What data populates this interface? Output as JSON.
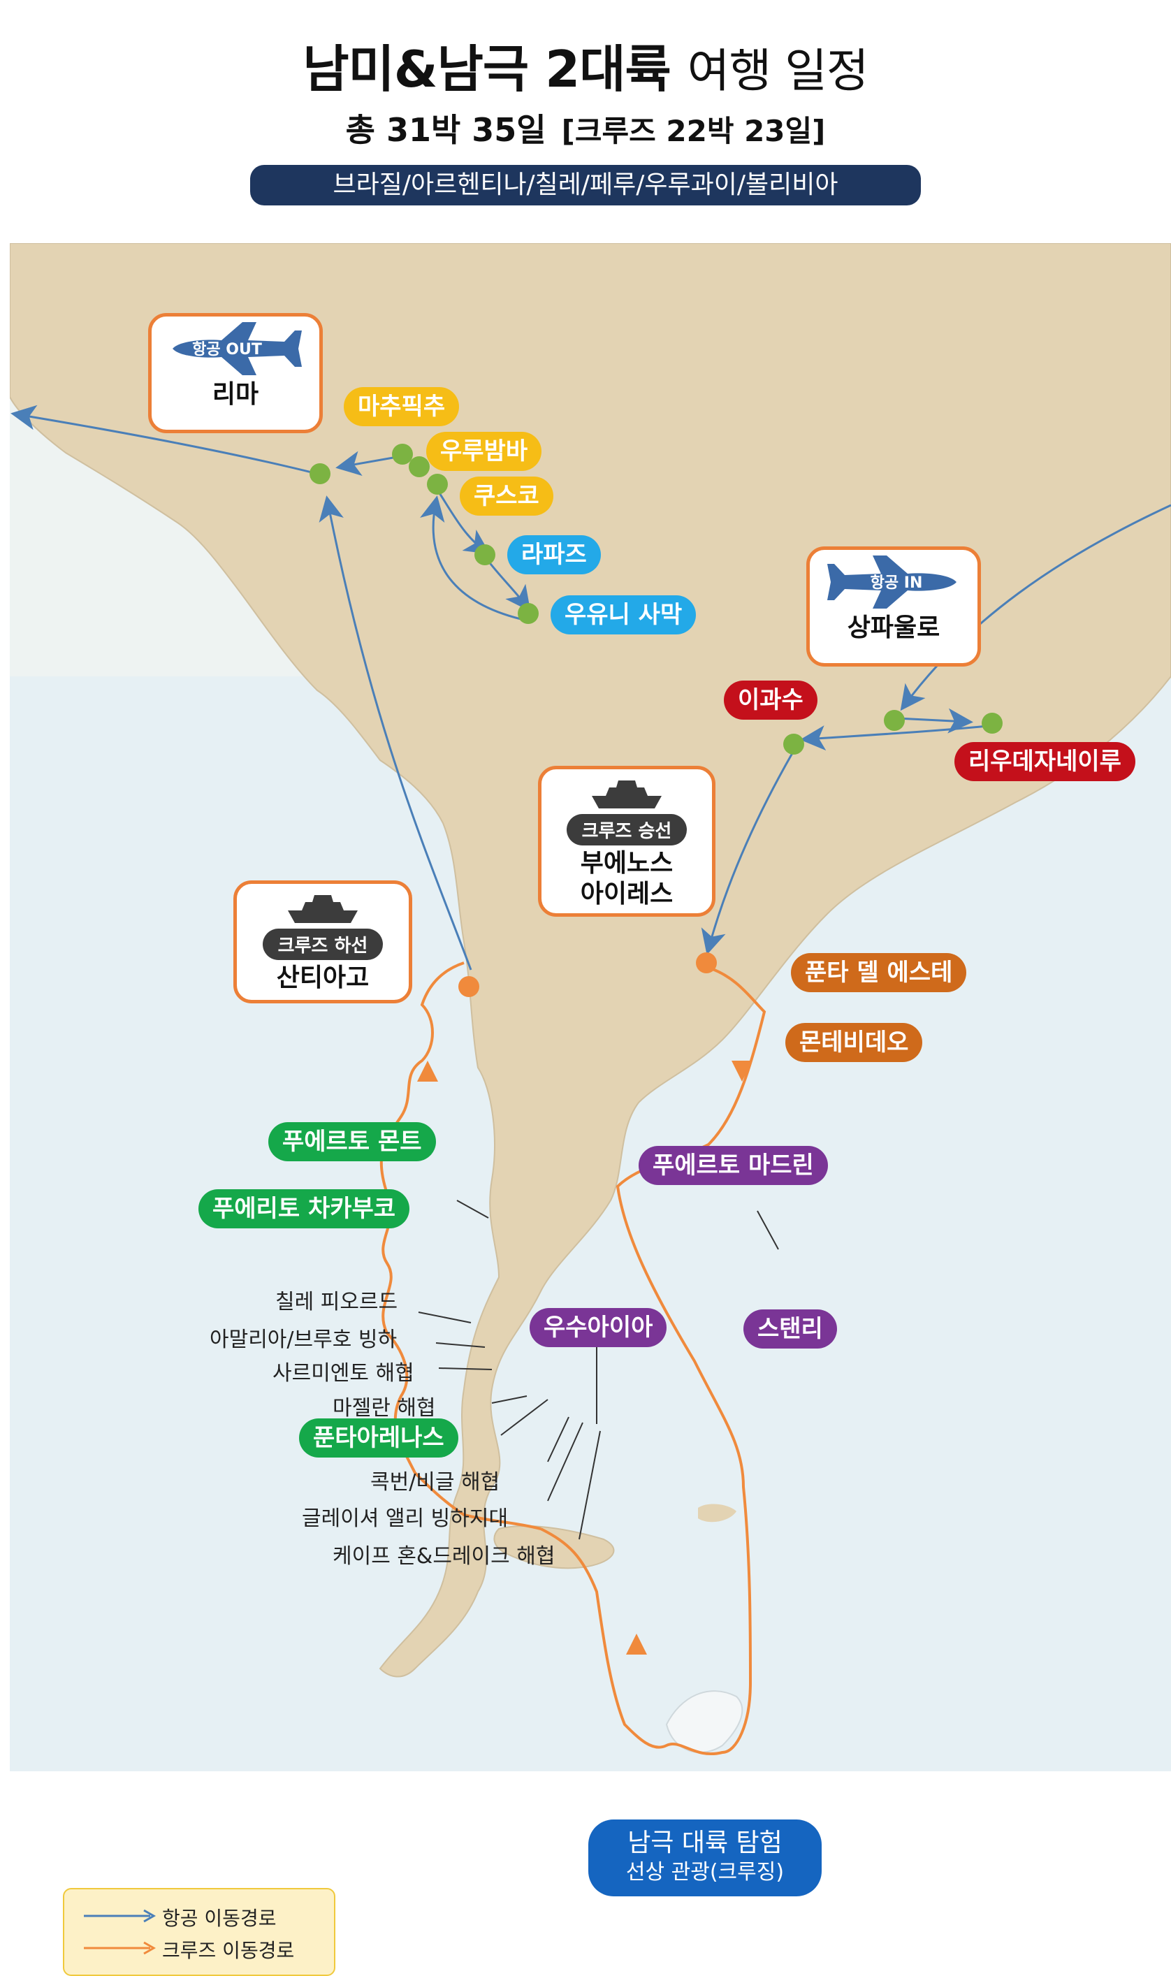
{
  "title": {
    "main": "남미&남극 2대륙",
    "rest": "여행 일정"
  },
  "subtitle": {
    "total": "총 31박 35일",
    "cruise": "[크루즈 22박 23일]"
  },
  "countries": "브라질/아르헨티나/칠레/페루/우루과이/볼리비아",
  "callouts": {
    "lima": {
      "tag": "항공 OUT",
      "name": "리마"
    },
    "saopaulo": {
      "tag": "항공 IN",
      "name": "상파울로"
    },
    "buenosaires": {
      "tag": "크루즈 승선",
      "name_line1": "부에노스",
      "name_line2": "아이레스"
    },
    "santiago": {
      "tag": "크루즈 하선",
      "name": "산티아고"
    }
  },
  "labels": {
    "machupicchu": "마추픽추",
    "urubamba": "우루밤바",
    "cusco": "쿠스코",
    "lapaz": "라파즈",
    "uyuni": "우유니 사막",
    "iguazu": "이과수",
    "rio": "리우데자네이루",
    "puntadeleste": "푼타 델 에스테",
    "montevideo": "몬테비데오",
    "puertomontt": "푸에르토 몬트",
    "puertochacabuco": "푸에리토 차카부코",
    "puertomadryn": "푸에르토 마드린",
    "ushuaia": "우수아이아",
    "stanley": "스탠리",
    "puntaarenas": "푼타아레나스"
  },
  "plain_labels": {
    "fjord": "칠레 피오르드",
    "amalia": "아말리아/브루호 빙하",
    "sarmiento": "사르미엔토 해협",
    "magellan": "마젤란 해협",
    "cockburn": "콕번/비글 해협",
    "glacier_alley": "글레이셔 앨리 빙하지대",
    "capehorn": "케이프 혼&드레이크 해협"
  },
  "antarctic": {
    "line1": "남극 대륙 탐험",
    "line2": "선상 관광(크루징)"
  },
  "legend": {
    "air": "항공 이동경로",
    "cruise": "크루즈 이동경로"
  },
  "colors": {
    "air_route": "#4a7fb8",
    "cruise_route": "#f08a3c",
    "stop_dot": "#7cb342",
    "cruise_dot": "#f08a3c",
    "navy": "#1e365e",
    "land": "#e2d4b6",
    "sea": "#e6f0f4"
  }
}
